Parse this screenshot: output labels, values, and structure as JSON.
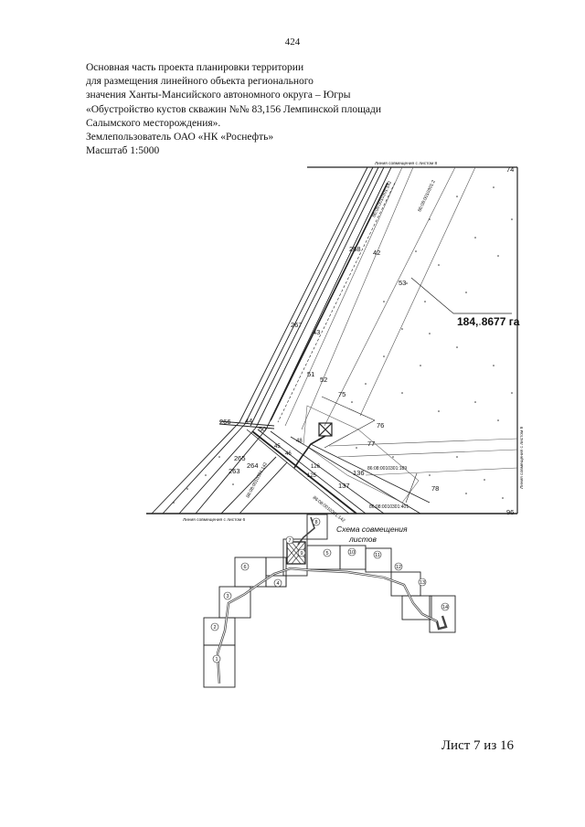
{
  "page_number": "424",
  "header": {
    "lines": [
      "Основная часть проекта планировки территории",
      "для размещения линейного объекта регионального",
      "значения Ханты-Мансийского автономного округа – Югры",
      "«Обустройство кустов скважин №№ 83,156 Лемпинской площади",
      "Салымского месторождения».",
      "Землепользователь ОАО «НК «Роснефть»",
      "Масштаб 1:5000"
    ]
  },
  "map": {
    "area_label": "184, 8677 га",
    "match_line_top": "Линия совмещения с листом 8",
    "match_line_bottom": "Линия совмещения с листом 6",
    "match_line_right": "Линия совмещения с листом 9",
    "cadastral": [
      "86:08:0010301:142",
      "86:08:0010301:2",
      "86:08:0010301:189",
      "86:08:0010301:401",
      "86:08:0010301:142",
      "86:08:0010301:142"
    ],
    "point_labels": [
      "74",
      "268",
      "42",
      "53",
      "267",
      "43",
      "51",
      "52",
      "75",
      "266",
      "44",
      "50",
      "76",
      "77",
      "265",
      "264",
      "263",
      "136",
      "137",
      "78",
      "96",
      "48",
      "46",
      "45",
      "126",
      "125"
    ]
  },
  "scheme": {
    "title_line1": "Схема совмещения",
    "title_line2": "листов",
    "sheets": [
      "1",
      "2",
      "3",
      "4",
      "5",
      "6",
      "7",
      "8",
      "9",
      "10",
      "11",
      "12",
      "13",
      "14"
    ]
  },
  "footer": {
    "sheet": "Лист 7 из 16"
  }
}
